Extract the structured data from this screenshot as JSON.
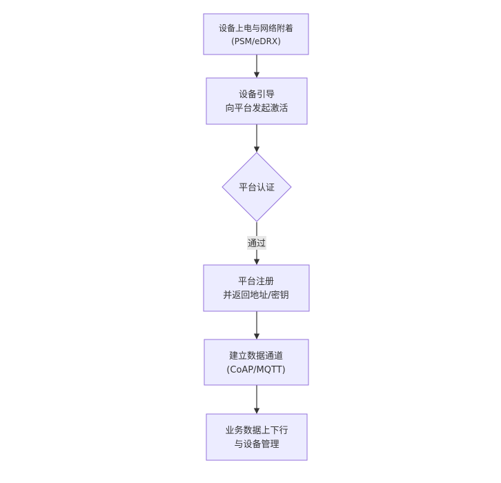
{
  "diagram": {
    "type": "flowchart",
    "direction": "top-down",
    "colors": {
      "node_fill": "#ECECFF",
      "node_stroke": "#9370DB",
      "edge": "#333333",
      "text": "#333333",
      "edge_label_bg": "#E8E8E8"
    },
    "nodes": {
      "n1": {
        "lines": [
          "设备上电与网络附着",
          "(PSM/eDRX)"
        ],
        "shape": "rect"
      },
      "n2": {
        "lines": [
          "设备引导",
          "向平台发起激活"
        ],
        "shape": "rect"
      },
      "n3": {
        "lines": [
          "平台认证"
        ],
        "shape": "diamond"
      },
      "n4": {
        "lines": [
          "平台注册",
          "并返回地址/密钥"
        ],
        "shape": "rect"
      },
      "n5": {
        "lines": [
          "建立数据通道",
          "(CoAP/MQTT)"
        ],
        "shape": "rect"
      },
      "n6": {
        "lines": [
          "业务数据上下行",
          "与设备管理"
        ],
        "shape": "rect"
      }
    },
    "edges": [
      {
        "from": "n1",
        "to": "n2",
        "label": ""
      },
      {
        "from": "n2",
        "to": "n3",
        "label": ""
      },
      {
        "from": "n3",
        "to": "n4",
        "label": "通过"
      },
      {
        "from": "n4",
        "to": "n5",
        "label": ""
      },
      {
        "from": "n5",
        "to": "n6",
        "label": ""
      }
    ]
  }
}
